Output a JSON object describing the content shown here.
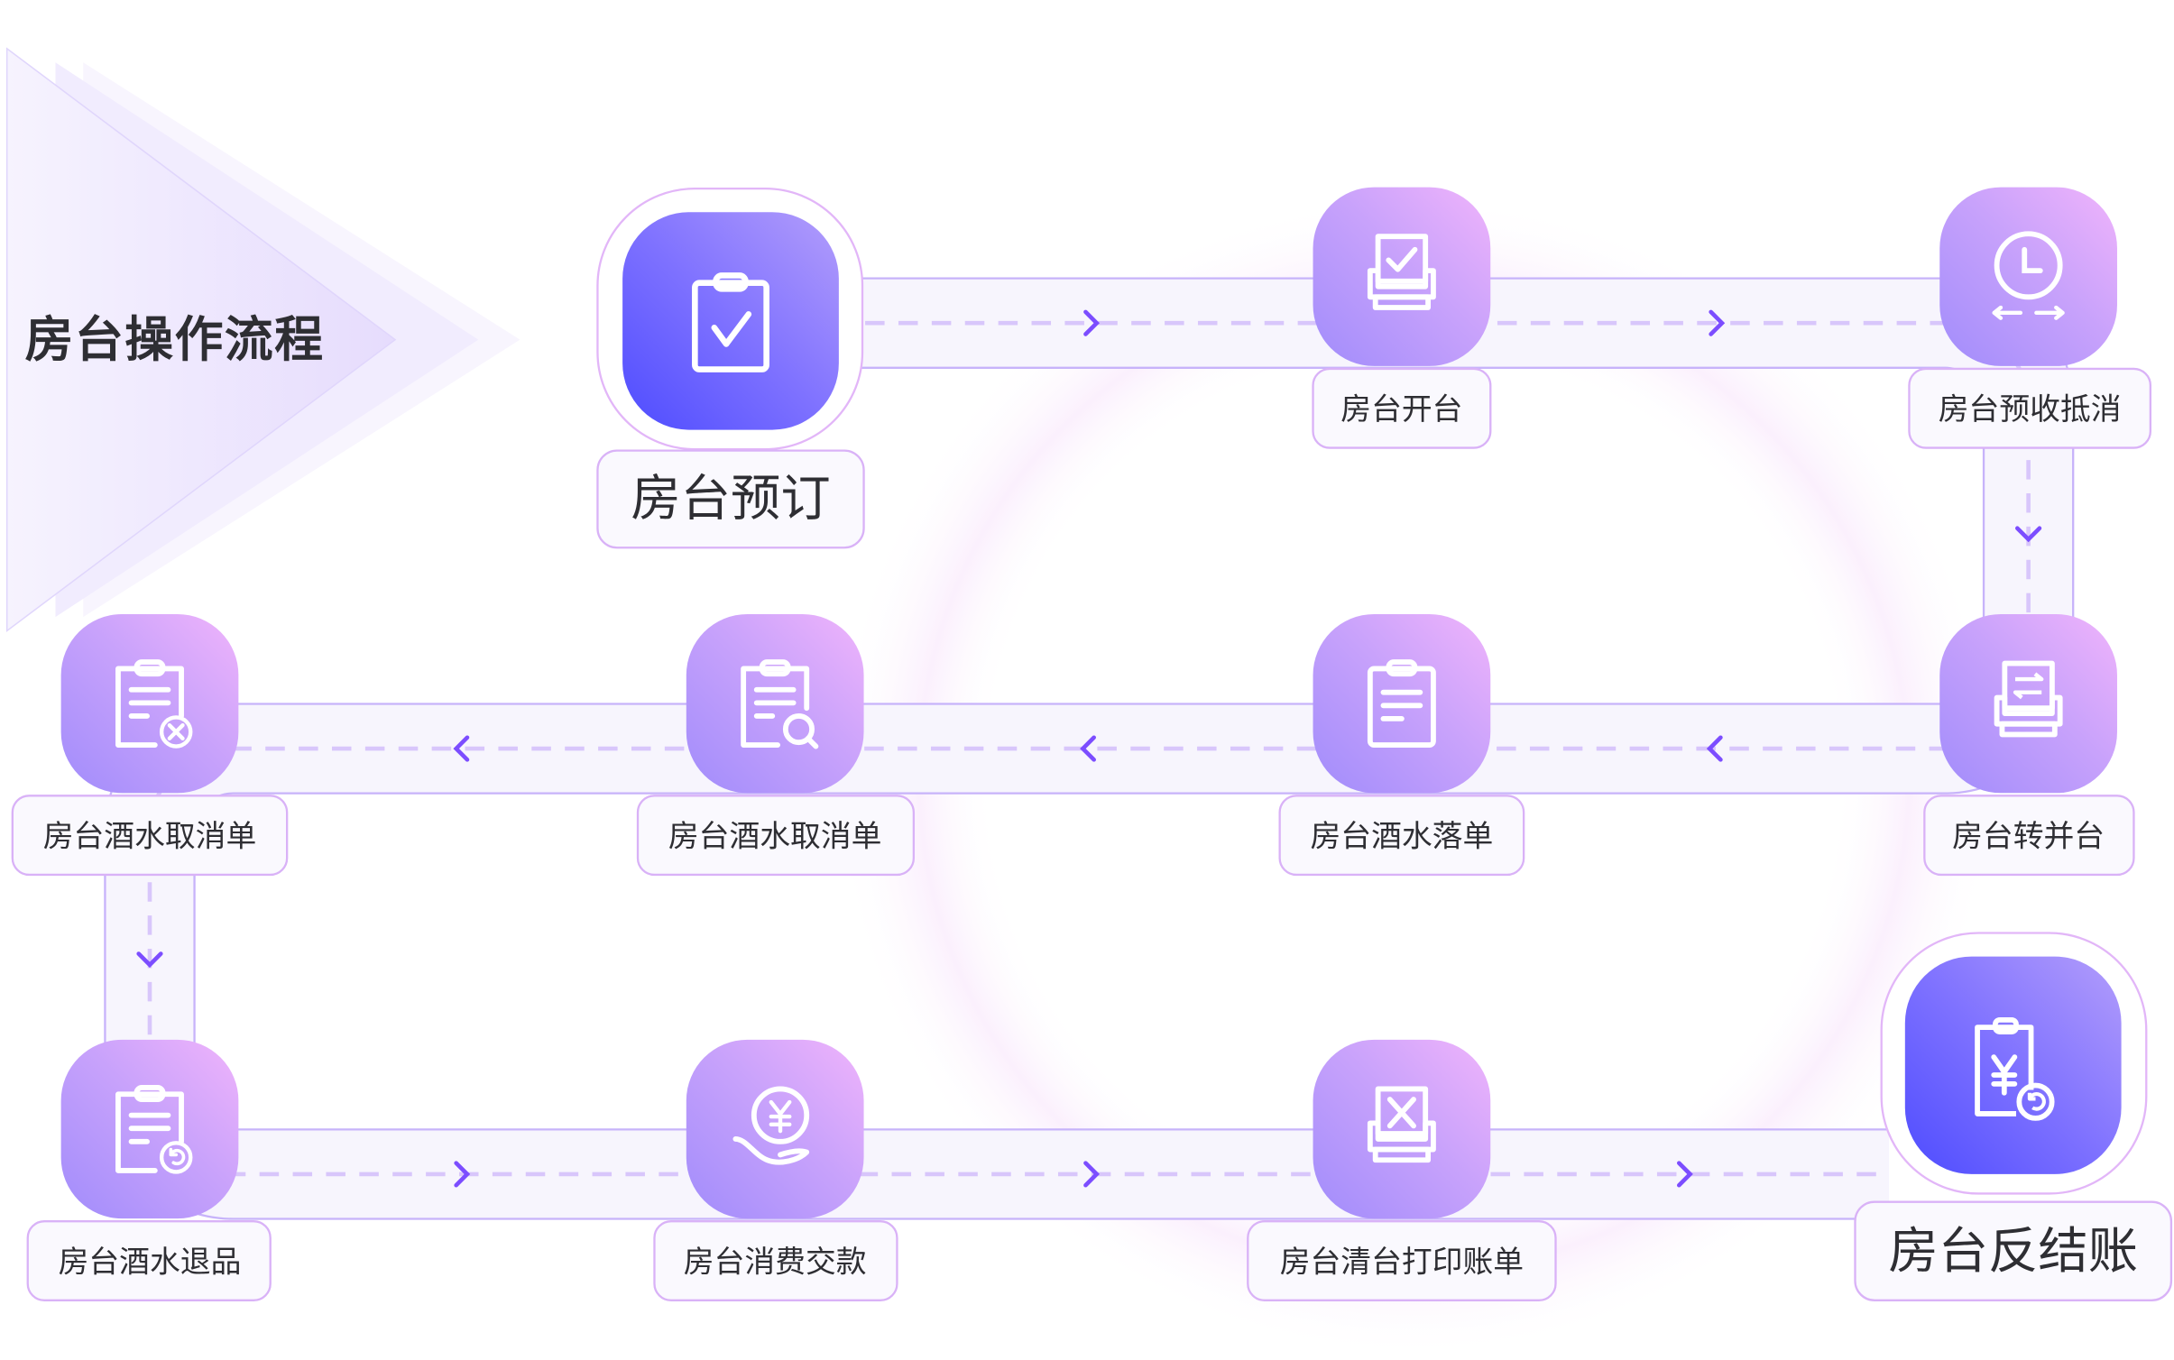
{
  "title": "房台操作流程",
  "colors": {
    "accent": "#7c4dff",
    "track_border": "#c7b3fa",
    "track_fill": "#f7f5fd",
    "dash": "#d8c6fb"
  },
  "start": {
    "label": "房台预订",
    "icon": "clipboard-check-icon"
  },
  "end": {
    "label": "房台反结账",
    "icon": "clipboard-yen-undo-icon"
  },
  "steps": [
    {
      "label": "房台开台",
      "icon": "printer-check-icon"
    },
    {
      "label": "房台预收抵消",
      "icon": "clock-arrows-icon"
    },
    {
      "label": "房台转并台",
      "icon": "printer-transfer-icon"
    },
    {
      "label": "房台酒水落单",
      "icon": "clipboard-list-icon"
    },
    {
      "label": "房台酒水取消单",
      "icon": "clipboard-search-icon"
    },
    {
      "label": "房台酒水取消单",
      "icon": "clipboard-cancel-icon"
    },
    {
      "label": "房台酒水退品",
      "icon": "clipboard-return-icon"
    },
    {
      "label": "房台消费交款",
      "icon": "hand-yen-icon"
    },
    {
      "label": "房台清台打印账单",
      "icon": "printer-x-icon"
    }
  ]
}
